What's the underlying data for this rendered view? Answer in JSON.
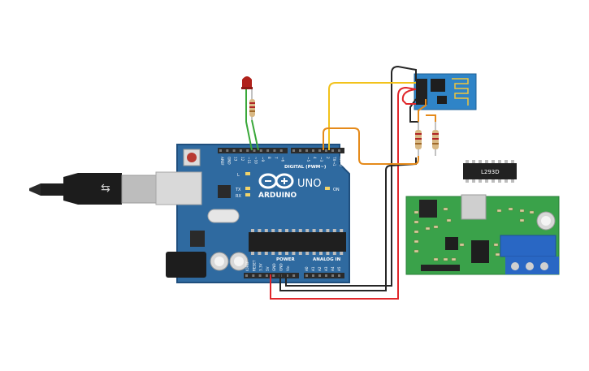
{
  "arduino": {
    "brand": "ARDUINO",
    "model": "UNO",
    "digital_header": "DIGITAL (PWM~)",
    "power_header": "POWER",
    "analog_header": "ANALOG IN",
    "on_label": "ON",
    "l_label": "L",
    "tx_label": "TX",
    "rx_label": "RX",
    "digital_pins": [
      "AREF",
      "GND",
      "13",
      "12",
      "~11",
      "~10",
      "~9",
      "8",
      "7",
      "~6",
      "~5",
      "4",
      "~3",
      "2",
      "TX→1",
      "RX←0"
    ],
    "power_pins": [
      "IOREF",
      "RESET",
      "3.3V",
      "5V",
      "GND",
      "GND",
      "Vin"
    ],
    "analog_pins": [
      "A0",
      "A1",
      "A2",
      "A3",
      "A4",
      "A5"
    ]
  },
  "motor_ic": {
    "label": "L293D"
  },
  "colors": {
    "board": "#2f6aa0",
    "board_edge": "#1f4f7e",
    "header": "#2b2b2b",
    "wire_red": "#e0262a",
    "wire_black": "#262626",
    "wire_yellow": "#f2c21b",
    "wire_orange": "#e58a1a",
    "wire_green": "#3aa83a",
    "esp_board": "#2f84c7",
    "driver_pcb": "#3aa24a",
    "terminal_blue": "#2967c4"
  }
}
